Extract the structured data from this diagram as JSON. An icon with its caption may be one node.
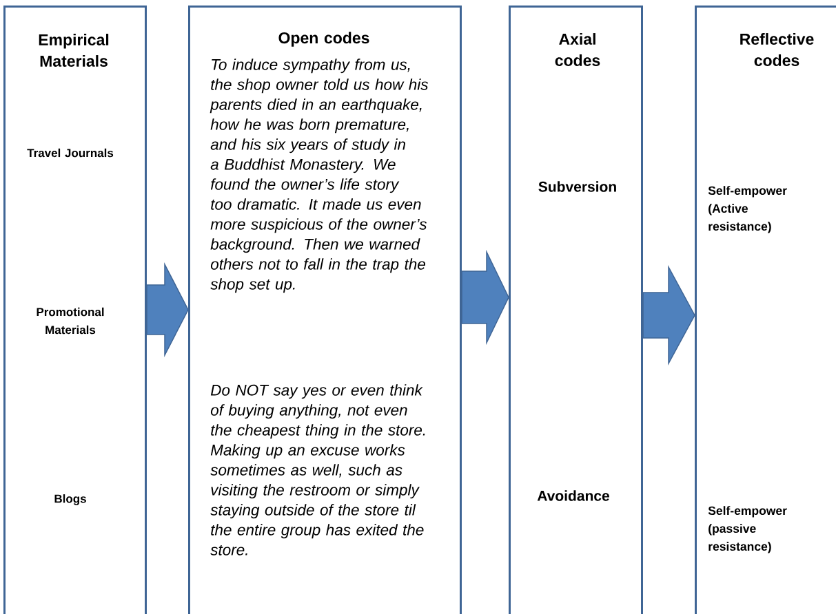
{
  "diagram": {
    "nodes": [
      {
        "text": [
          "Empirical Materials",
          "Travel Journals",
          "Promotional Materials",
          "Blogs"
        ]
      },
      {
        "text": [
          "Open codes",
          "To induce sympathy from us, the shop owner told us how his parents died in an earthquake, how he was born premature, and his six years of study in a Buddhist Monastery. We found the owner’s life story too dramatic. It made us even more suspicious of the owner’s background. Then we warned others not to fall in the trap the shop set up.",
          "Do NOT say yes or even think of buying anything, not even the cheapest thing in the store. Making up an excuse works sometimes as well, such as visiting the restroom or simply staying outside of the store til the entire group has exited the store."
        ]
      },
      {
        "text": [
          "Axial codes",
          "Subversion",
          "Avoidance"
        ]
      },
      {
        "text": [
          "Reflective codes",
          "Self-empower (Active resistance)",
          "Self-empower (passive resistance)"
        ]
      }
    ],
    "edges": [
      {
        "from": 0,
        "to": 1,
        "arrow": "to"
      },
      {
        "from": 1,
        "to": 2,
        "arrow": "to"
      },
      {
        "from": 2,
        "to": 3,
        "arrow": "to"
      }
    ]
  }
}
